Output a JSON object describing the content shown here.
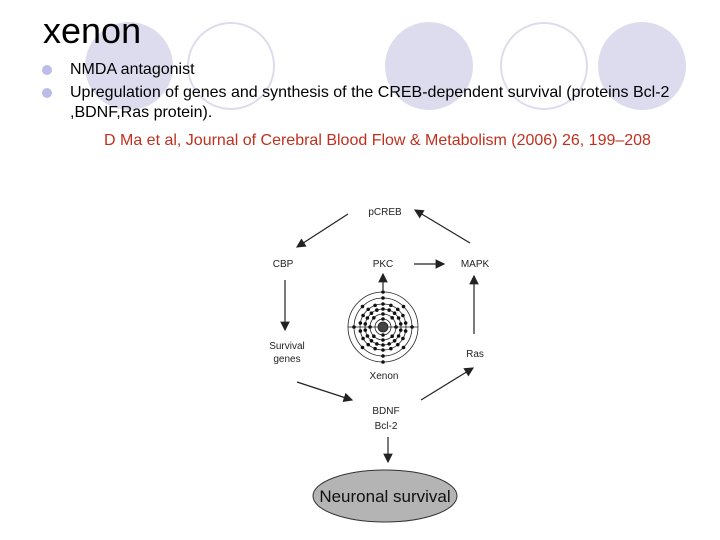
{
  "slide": {
    "title": "xenon",
    "bullets": [
      "NMDA antagonist",
      "Upregulation  of genes and synthesis of the CREB-dependent survival (proteins Bcl-2 ,BDNF,Ras protein)."
    ],
    "reference": "D Ma et al, Journal of Cerebral Blood Flow & Metabolism (2006) 26, 199–208"
  },
  "diagram": {
    "pcreb": "pCREB",
    "cbp": "CBP",
    "pkc": "PKC",
    "mapk": "MAPK",
    "survival_line1": "Survival",
    "survival_line2": "genes",
    "ras": "Ras",
    "xenon": "Xenon",
    "bdnf": "BDNF",
    "bcl2": "Bcl-2",
    "outcome": "Neuronal survival"
  },
  "colors": {
    "accent_circle": "#dcdcee",
    "reference": "#c0301e"
  }
}
